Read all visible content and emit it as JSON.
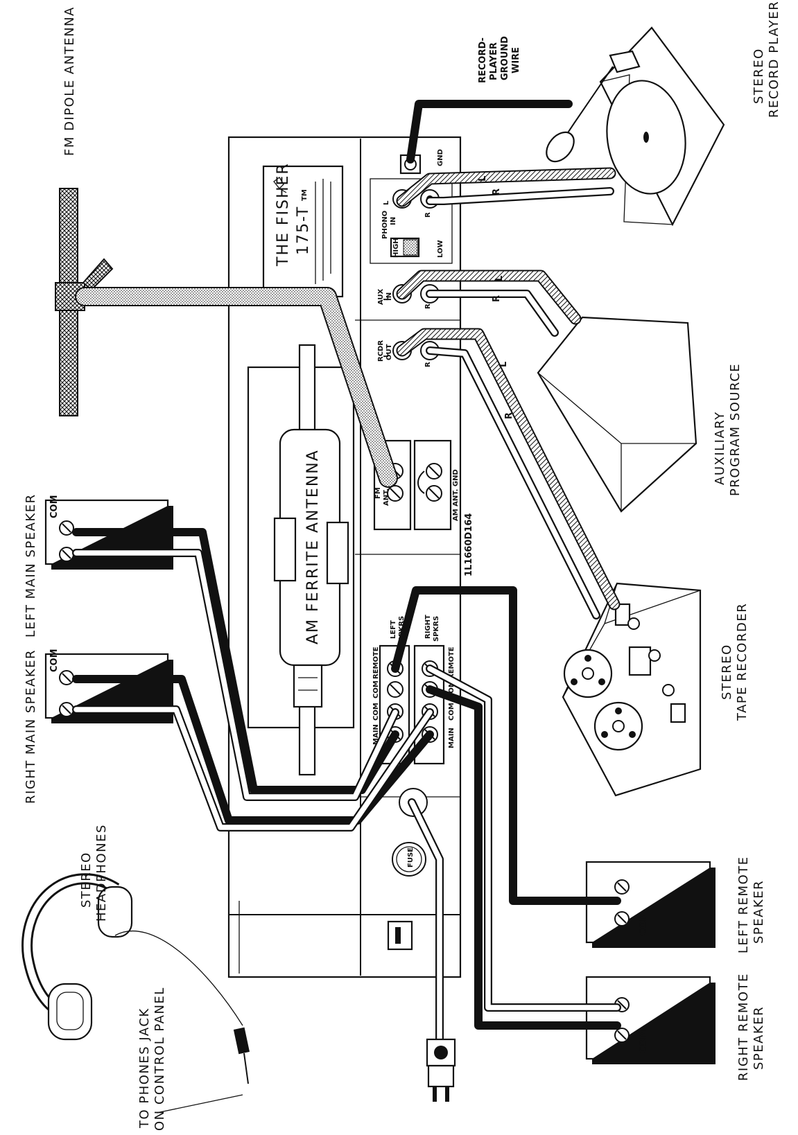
{
  "labels": {
    "fm_dipole_antenna": "FM DIPOLE ANTENNA",
    "left_main_speaker": "LEFT MAIN SPEAKER",
    "right_main_speaker": "RIGHT MAIN SPEAKER",
    "stereo_headphones_1": "STEREO",
    "stereo_headphones_2": "HEADPHONES",
    "phones_jack_1": "TO PHONES JACK",
    "phones_jack_2": "ON CONTROL PANEL",
    "record_player_ground_1": "RECORD-",
    "record_player_ground_2": "PLAYER",
    "record_player_ground_3": "GROUND",
    "record_player_ground_4": "WIRE",
    "stereo_record_player_1": "STEREO",
    "stereo_record_player_2": "RECORD PLAYER",
    "auxiliary_source_1": "AUXILIARY",
    "auxiliary_source_2": "PROGRAM SOURCE",
    "stereo_tape_recorder_1": "STEREO",
    "stereo_tape_recorder_2": "TAPE RECORDER",
    "left_remote_speaker_1": "LEFT REMOTE",
    "left_remote_speaker_2": "SPEAKER",
    "right_remote_speaker_1": "RIGHT REMOTE",
    "right_remote_speaker_2": "SPEAKER"
  },
  "receiver": {
    "brand": "THE FISHER",
    "model": "175-T",
    "model_mark": "TM",
    "part_number": "1L1660D164",
    "am_ferrite_antenna": "AM FERRITE ANTENNA",
    "fm_ant": "FM",
    "fm_ant_2": "ANT.",
    "am_ant_gnd": "AM ANT. GND",
    "fuse": "FUSE",
    "gnd": "GND",
    "phono_in_1": "PHONO",
    "phono_in_2": "IN",
    "aux_in_1": "AUX",
    "aux_in_2": "IN",
    "rcdr_out_1": "RCDR",
    "rcdr_out_2": "OUT",
    "high": "HIGH",
    "low": "LOW",
    "left_ch": "L",
    "right_ch": "R",
    "left_spkrs_1": "LEFT",
    "left_spkrs_2": "SPKRS",
    "right_spkrs_1": "RIGHT",
    "right_spkrs_2": "SPKRS",
    "main": "MAIN",
    "com": "COM",
    "remote": "REMOTE"
  },
  "terminals": {
    "com": "COM"
  },
  "cable_marks": {
    "left": "L",
    "right": "R"
  }
}
